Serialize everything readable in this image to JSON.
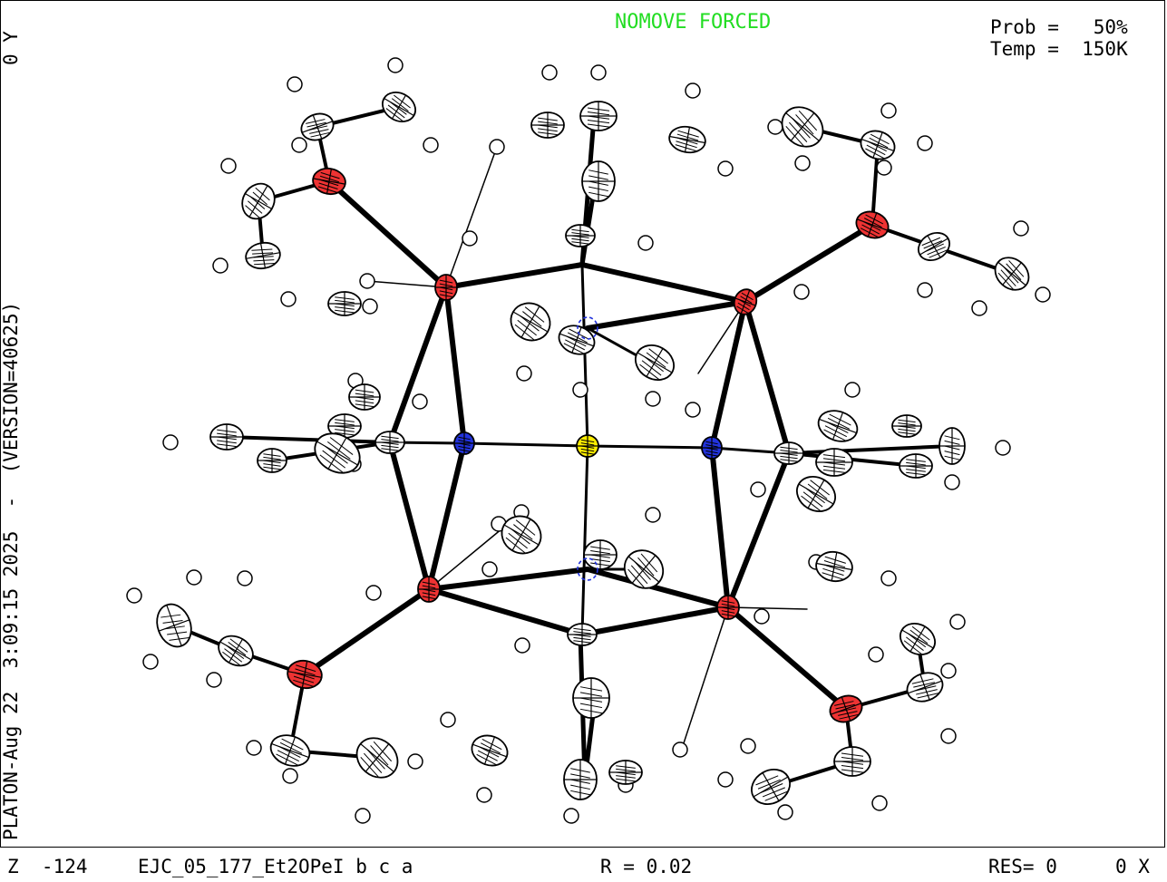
{
  "header": {
    "status": "NOMOVE FORCED",
    "prob": "Prob =   50%",
    "temp": "Temp =  150K"
  },
  "left_margin": {
    "axis": "0 Y",
    "caption": "PLATON-Aug 22  3:09:15 2025  -  (VERSION=40625)"
  },
  "footer": {
    "z": "Z  -124",
    "structure": "EJC_05_177_Et2OPeI b c a",
    "r_factor": "R = 0.02",
    "res": "RES= 0",
    "axis": "0 X"
  },
  "colors": {
    "oxygen": "#ee3333",
    "nitrogen": "#2233dd",
    "iodine": "#ffee00",
    "carbon": "#ffffff",
    "bond": "#000000",
    "status": "#22dd22"
  }
}
